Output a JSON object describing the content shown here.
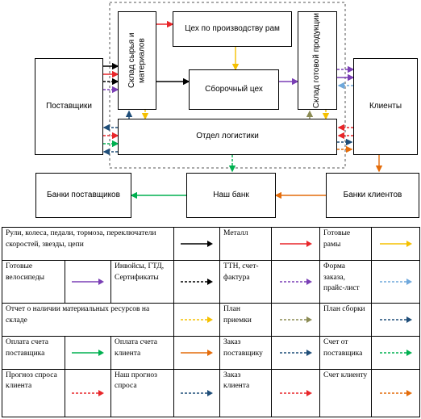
{
  "blocks": {
    "suppliers": "Поставщики",
    "raw_warehouse": "Склад сырья и материалов",
    "frame_shop": "Цех по производству рам",
    "assembly_shop": "Сборочный цех",
    "finished_warehouse": "Склад готовой продукции",
    "clients": "Клиенты",
    "logistics": "Отдел логистики",
    "supplier_banks": "Банки поставщиков",
    "our_bank": "Наш банк",
    "client_banks": "Банки клиентов"
  },
  "flow_colors": {
    "black": "#000000",
    "red": "#e8262a",
    "yellow": "#f5c000",
    "purple": "#7a3fb5",
    "lightblue": "#6fa8dc",
    "olive": "#8b8b54",
    "navy": "#1f4e79",
    "green": "#00b050",
    "orange": "#e46c0a"
  },
  "legend": {
    "r1": {
      "c1": "Рули, колеса, педали, тормоза, переключатели скоростей, звезды, цепи",
      "c2": "Металл",
      "c3": "Готовые рамы"
    },
    "r2": {
      "c1": "Готовые велосипеды",
      "c2": "Инвойсы, ГТД, Сертификаты",
      "c3": "ТТН, счет-фактура",
      "c4": "Форма заказа, прайс-лист"
    },
    "r3": {
      "c1": "Отчет о наличии материальных ресурсов на складе",
      "c2": "План приемки",
      "c3": "План сборки"
    },
    "r4": {
      "c1": "Оплата счета поставщика",
      "c2": "Оплата счета клиента",
      "c3": "Заказ поставщику",
      "c4": "Счет от поставщика"
    },
    "r5": {
      "c1": "Прогноз спроса клиента",
      "c2": "Наш прогноз спроса",
      "c3": "Заказ клиента",
      "c4": "Счет клиенту"
    }
  }
}
